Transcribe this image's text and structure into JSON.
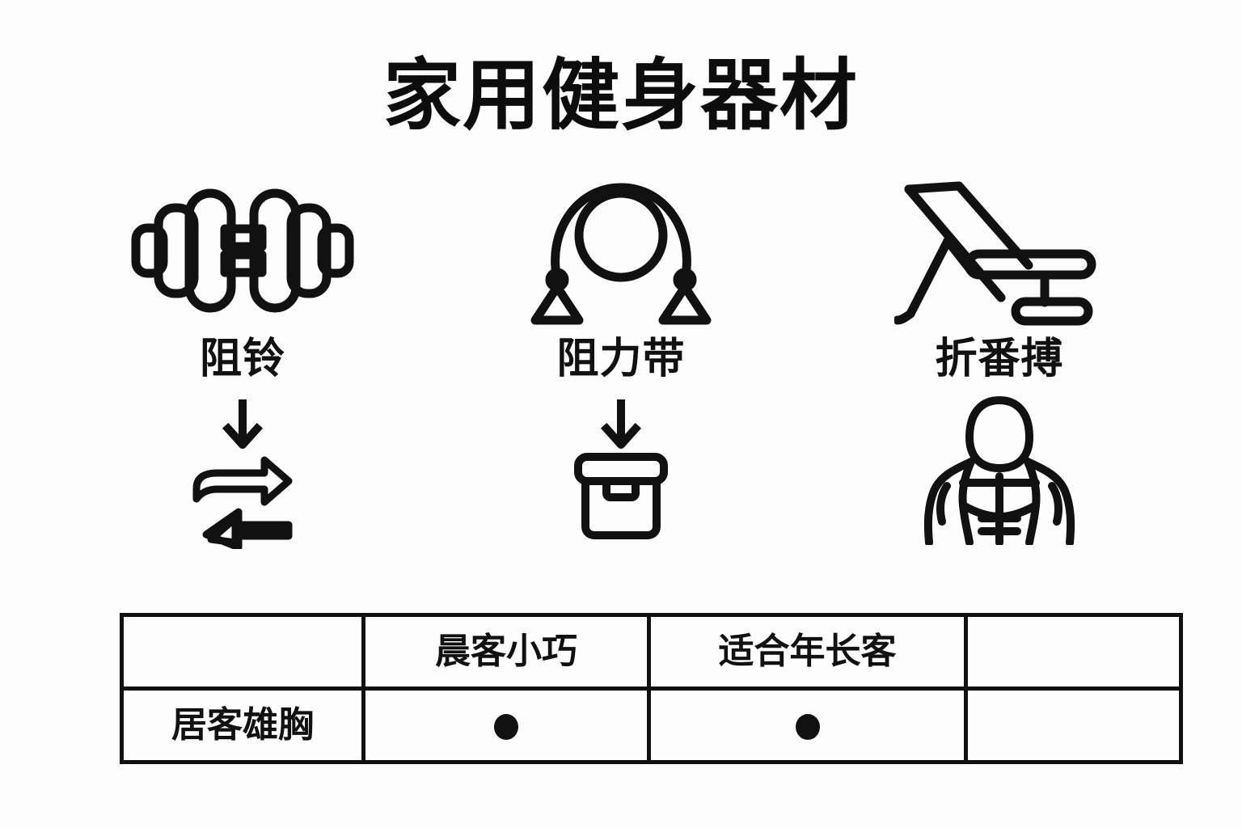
{
  "page": {
    "title": "家用健身器材",
    "background_color": "#fdfdfd",
    "ink_color": "#111111"
  },
  "items": [
    {
      "label": "阻铃",
      "top_icon": "dumbbell-icon",
      "arrow": "down-arrow-icon",
      "bottom_icon": "exchange-arrows-icon"
    },
    {
      "label": "阻力带",
      "top_icon": "resistance-band-icon",
      "arrow": "down-arrow-icon",
      "bottom_icon": "storage-box-icon"
    },
    {
      "label": "折番搏",
      "top_icon": "incline-bench-icon",
      "arrow": "",
      "bottom_icon": "muscular-torso-icon"
    }
  ],
  "table": {
    "header": [
      "",
      "晨客小巧",
      "适合年长客",
      ""
    ],
    "rows": [
      {
        "label": "居客雄胸",
        "cells": [
          "●",
          "●",
          ""
        ]
      }
    ],
    "mark_glyph": "●"
  }
}
